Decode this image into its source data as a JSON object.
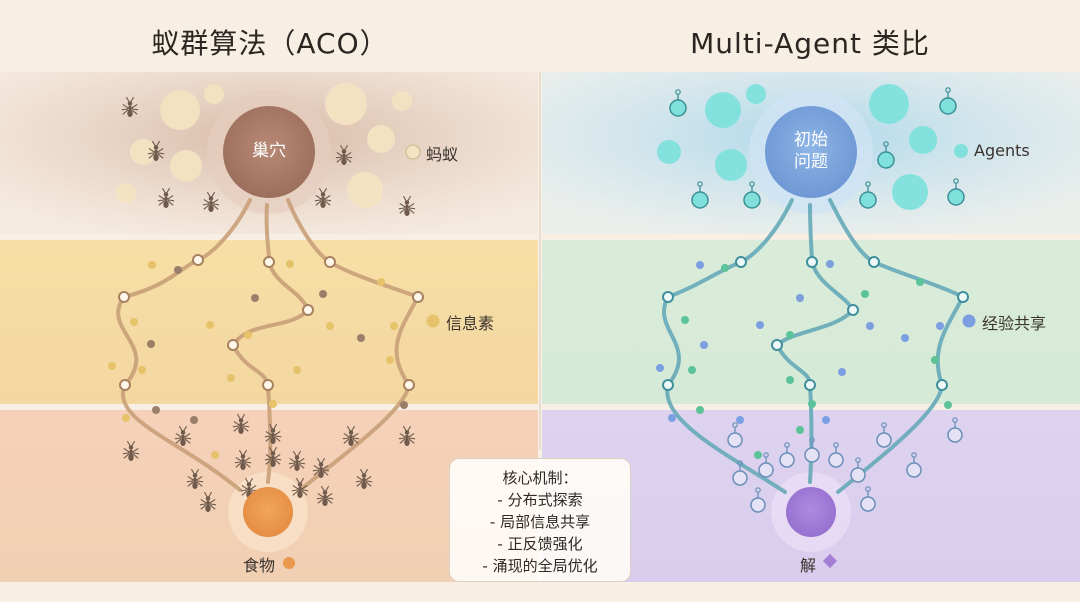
{
  "left": {
    "title": "蚁群算法（ACO）",
    "nest_label": "巢穴",
    "legend_ants": "蚂蚁",
    "legend_pheromone": "信息素",
    "food_label": "食物"
  },
  "right": {
    "title": "Multi-Agent 类比",
    "start_line1": "初始",
    "start_line2": "问题",
    "legend_agents": "Agents",
    "legend_sharing": "经验共享",
    "solution_label": "解"
  },
  "mechanism": {
    "heading": "核心机制：",
    "items": [
      "- 分布式探索",
      "- 局部信息共享",
      "- 正反馈强化",
      "- 涌现的全局优化"
    ]
  },
  "colors": {
    "nest": "#b07f6c",
    "food": "#e8994e",
    "pheromone": "#e6c36a",
    "ant_ball": "#f3e3c2",
    "trail_left": "#c9a079",
    "start": "#7fa8de",
    "solution": "#a57ed6",
    "agent": "#7fe0dc",
    "trail_right": "#66aab8",
    "dot_green": "#5cc29a",
    "dot_blue": "#7b9fe0",
    "diamond": "#a57ed6"
  }
}
